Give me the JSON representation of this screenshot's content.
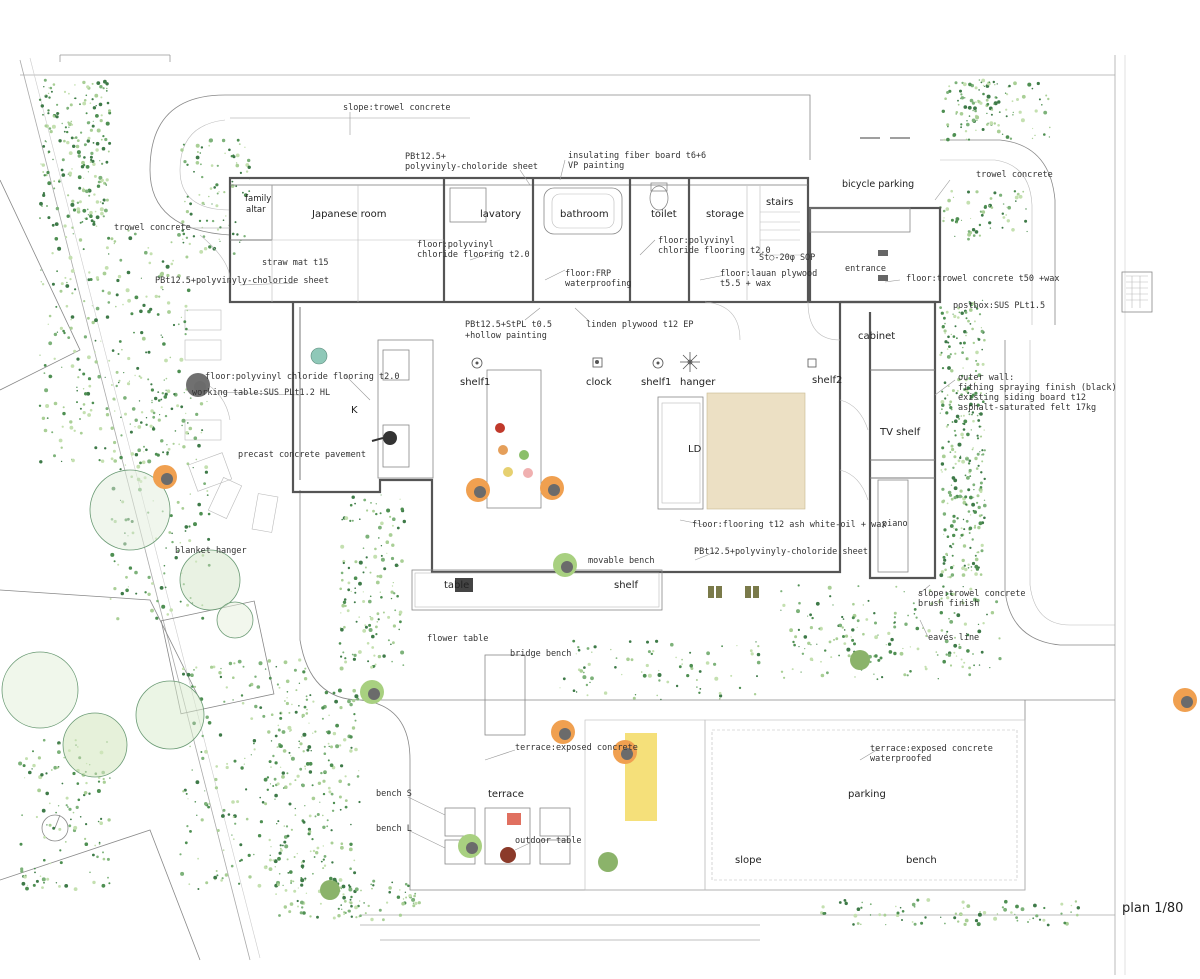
{
  "plan": {
    "scale": "plan 1/80",
    "colors": {
      "wall": "#555555",
      "greenery": "#6fa86a",
      "rug": "#ece0c4",
      "person_orange": "#f0a050",
      "person_green": "#a8d080",
      "person_gray": "#707070",
      "mat_yellow": "#f5e07a"
    },
    "rooms": {
      "japanese_room": "Japanese room",
      "family_altar": "family\naltar",
      "lavatory": "lavatory",
      "bathroom": "bathroom",
      "toilet": "toilet",
      "storage": "storage",
      "stairs": "stairs",
      "entrance": "entrance",
      "cabinet": "cabinet",
      "kitchen": "K",
      "ld": "LD",
      "tv_shelf": "TV shelf",
      "piano": "piano",
      "terrace": "terrace",
      "parking": "parking",
      "bicycle_parking": "bicycle parking"
    },
    "furniture": {
      "shelf1_left": "shelf1",
      "clock": "clock",
      "shelf1_right": "shelf1",
      "hanger": "hanger",
      "shelf2": "shelf2",
      "table": "table",
      "shelf": "shelf",
      "movable_bench": "movable bench",
      "flower_table": "flower table",
      "bridge_bench": "bridge bench",
      "blanket_hanger": "blanket hanger",
      "working_table": "working table:SUS PLt1.2 HL",
      "bench_s": "bench S",
      "bench_l": "bench L",
      "outdoor_table": "outdoor table",
      "slope": "slope",
      "bench": "bench",
      "sto_20": "St○-20φ SOP"
    },
    "notes": {
      "slope_trowel": "slope:trowel concrete",
      "pb_pvc_top_1": "PBt12.5+",
      "pb_pvc_top_2": "polyvinyly-choloride sheet",
      "insulating_1": "insulating fiber board t6+6",
      "insulating_2": "VP painting",
      "trowel_left": "trowel concrete",
      "trowel_right": "trowel concrete",
      "straw_mat": "straw mat t15",
      "pb_pvc_left": "PBt12.5+polyvinyly-choloride sheet",
      "floor_pvc_1": "floor:polyvinyl",
      "floor_pvc_2": "chloride flooring t2.0",
      "floor_frp_1": "floor:FRP",
      "floor_frp_2": "waterproofing",
      "floor_pvc_toilet_1": "floor:polyvinyl",
      "floor_pvc_toilet_2": "chloride flooring t2.0",
      "floor_lauan_1": "floor:lauan plywood",
      "floor_lauan_2": "t5.5 + wax",
      "floor_entrance": "floor:trowel concrete t50 +wax",
      "postbox": "postbox:SUS PLt1.5",
      "pb_stpl_1": "PBt12.5+StPL t0.5",
      "pb_stpl_2": "+hollow painting",
      "linden": "linden plywood t12 EP",
      "floor_k": "floor:polyvinyl chloride flooring t2.0",
      "outer_wall_1": "outer wall:",
      "outer_wall_2": "fithing spraying finish (black)",
      "outer_wall_3": "existing siding board t12",
      "outer_wall_4": "asphalt-saturated felt 17kg",
      "precast": "precast concrete pavement",
      "floor_ash": "floor:flooring t12 ash white-oil + wax",
      "pb_pvc_ld": "PBt12.5+polyvinyly-choloride sheet",
      "slope_brush_1": "slope:trowel concrete",
      "slope_brush_2": "brush finish",
      "eaves": "eaves line",
      "terrace_concrete": "terrace:exposed concrete",
      "parking_concrete_1": "terrace:exposed concrete",
      "parking_concrete_2": "waterproofed"
    }
  }
}
